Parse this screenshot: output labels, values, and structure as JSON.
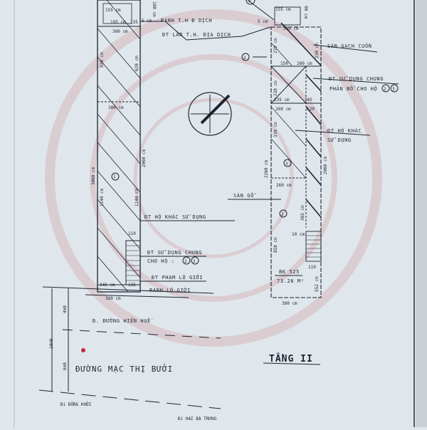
{
  "document": {
    "floor_title": "TẦNG II",
    "left_plot": {
      "lot_number": "1",
      "labels": {
        "boundary_before": "RANH T.H Đ DỊCH",
        "encroach": "ĐT LẤN T.H. ĐỊA DỊCH",
        "other_household": "ĐT HỘ KHÁC SỬ DỤNG",
        "shared_use": "ĐT SỬ DỤNG CHUNG",
        "shared_for": "CHO HỘ :",
        "shared_refs": [
          "2",
          "3"
        ],
        "road_violation": "ĐT PHẠM LỘ GIỚI",
        "road_boundary": "RANH LỘ GIỚI"
      },
      "dimensions": {
        "top_width": "155 cm",
        "top_inner": "195 cm",
        "top_inner2": "135",
        "top_height": "180 cm",
        "offset": "5 cm",
        "width_top": "380 cm",
        "width_mid": "380 cm",
        "length_left": "3060 cm",
        "length_right": "2060 cm",
        "seg_left": "1140 cm",
        "seg_right": "1140 cm",
        "upper_left": "930 cm",
        "upper_right": "620 cm",
        "stair_width": "110",
        "bottom_left": "245 cm",
        "bottom_right": "135",
        "bottom_width": "380 cm"
      }
    },
    "right_plot": {
      "lot_number": "2",
      "lot_ref_3": "3",
      "lot_ref_top": "3",
      "labels": {
        "tile_floor": "SÀN GẠCH CUỐN",
        "shared_use": "ĐT SỬ DỤNG CHUNG",
        "shared_alloc": "PHÂN BỔ CHO HỘ",
        "shared_refs": [
          "2",
          "3"
        ],
        "other_household": "ĐT HỘ KHÁC",
        "other_household_2": "SỬ DỤNG",
        "wood_floor": "SÀN GỖ",
        "bk": "BK 525",
        "area": "73.28 M²"
      },
      "dimensions": {
        "top_width": "155 cm",
        "top_height": "90 cm",
        "offset": "5 cm",
        "width_top": "380 cm",
        "small": "150",
        "mid_width": "280 cm",
        "w235": "235 cm",
        "w145": "145",
        "w260": "260 cm",
        "w120": "120",
        "w260b": "260 cm",
        "h230": "230 cm",
        "h230r": "230 cm",
        "h270": "270 cm",
        "h330": "330 cm",
        "length_left": "2260 cm",
        "length_right": "2060 cm",
        "h365": "365 cm",
        "h10": "10 cm",
        "h850": "850 cm",
        "h110": "110",
        "h552": "552 cm",
        "bottom_width": "380 cm"
      }
    },
    "street": {
      "hien_hue": "Đ. ĐƯỜNG HIỀN HUẾ",
      "mac_thi_buoi": "ĐƯỜNG MẠC THỊ BƯỞI",
      "dong_khoi": "Đi ĐỒNG KHỞI",
      "hai_ba_trung": "Đi HAI BÀ TRƯNG",
      "width_total": "10m0",
      "width_a": "4m0",
      "width_b": "6m0"
    },
    "colors": {
      "paper": "#dfe7ec",
      "ink": "#1d2430",
      "seal": "#d9b5b8"
    }
  }
}
